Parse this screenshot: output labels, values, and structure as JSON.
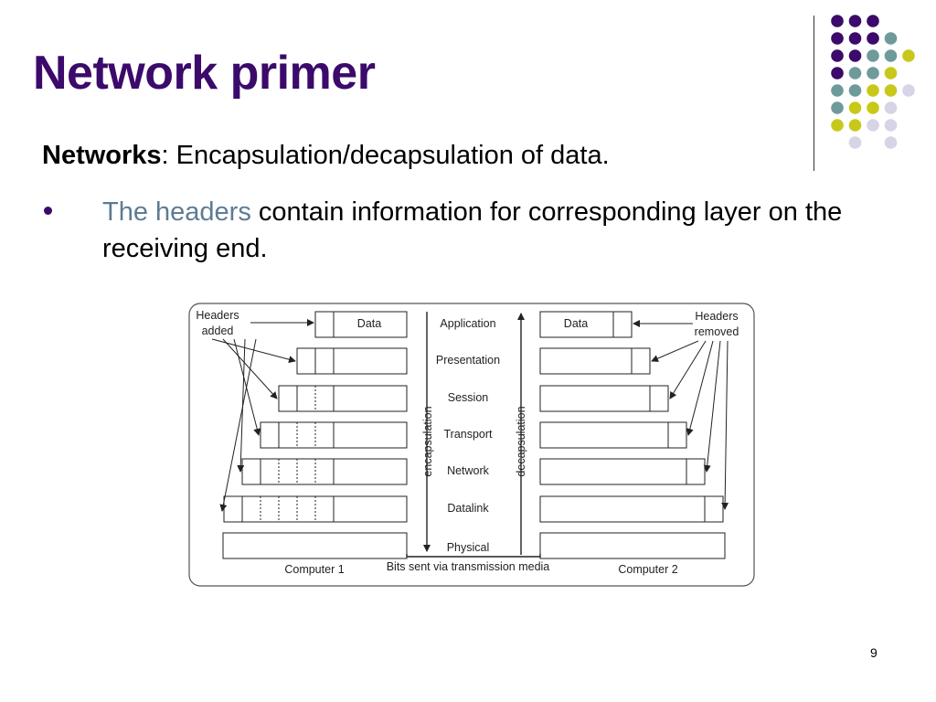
{
  "slide": {
    "title": "Network primer",
    "networks_bold": "Networks",
    "networks_rest": ": Encapsulation/decapsulation of data.",
    "bullet_highlight": "The headers",
    "bullet_rest": " contain information for corresponding layer on the receiving end.",
    "page_number": "9"
  },
  "diagram": {
    "headers_added": [
      "Headers",
      "added"
    ],
    "headers_removed": [
      "Headers",
      "removed"
    ],
    "data_label": "Data",
    "layers": [
      "Application",
      "Presentation",
      "Session",
      "Transport",
      "Network",
      "Datalink",
      "Physical"
    ],
    "encapsulation": "encapsulation",
    "decapsulation": "decapsulation",
    "computer1": "Computer 1",
    "computer2": "Computer 2",
    "media": "Bits sent via transmission media"
  },
  "colors": {
    "title": "#3b0a6b",
    "highlight": "#5f7b93",
    "dot_purple": "#3b0a6b",
    "dot_teal": "#6f9a9a",
    "dot_yellow": "#c8c81a",
    "dot_lavender": "#d6d4e6"
  }
}
